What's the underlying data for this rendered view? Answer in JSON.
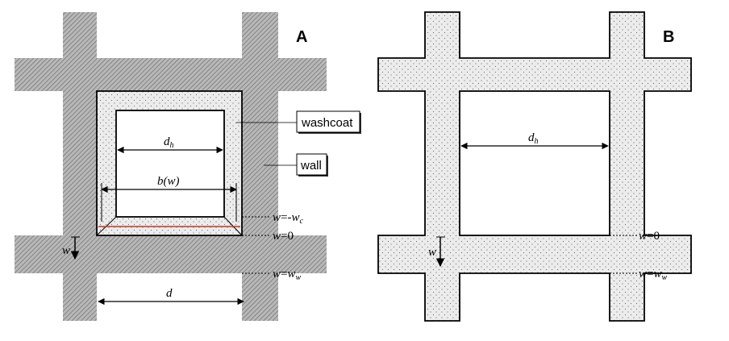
{
  "panel_a": {
    "letter": "A",
    "callout_washcoat": "washcoat",
    "callout_wall": "wall",
    "dim_dh": {
      "base": "d",
      "sub": "h"
    },
    "dim_bw": {
      "b": "b",
      "open": "(",
      "w": "w",
      "close": ")"
    },
    "dim_d": "d",
    "w_arrow_label": "w",
    "lvl_wc": {
      "w": "w",
      "eq": "=-",
      "var": "w",
      "sub": "c"
    },
    "lvl_zero": {
      "w": "w",
      "eq": "=0"
    },
    "lvl_ww": {
      "w": "w",
      "eq": "=",
      "var": "w",
      "sub": "w"
    }
  },
  "panel_b": {
    "letter": "B",
    "dim_dh": {
      "base": "d",
      "sub": "h"
    },
    "w_arrow_label": "w",
    "lvl_zero": {
      "w": "w",
      "eq": "=0"
    },
    "lvl_ww": {
      "w": "w",
      "eq": "=",
      "var": "w",
      "sub": "w"
    }
  },
  "colors": {
    "wall_fill": "#b5b5b5",
    "hatch": "#7a7a7a",
    "washcoat_dots": "#8a8a8a",
    "stroke": "#000000",
    "red_line": "#c0392b"
  }
}
